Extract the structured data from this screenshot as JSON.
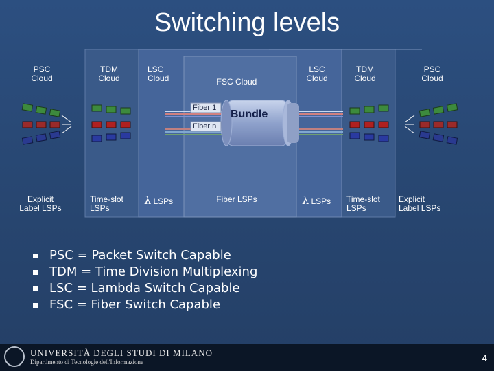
{
  "title": "Switching levels",
  "clouds": {
    "psc_left": "PSC\nCloud",
    "tdm_left": "TDM\nCloud",
    "lsc_left": "LSC\nCloud",
    "fsc": "FSC Cloud",
    "lsc_right": "LSC\nCloud",
    "tdm_right": "TDM\nCloud",
    "psc_right": "PSC\nCloud"
  },
  "fibers": {
    "fiber_1": "Fiber 1",
    "fiber_n": "Fiber n",
    "bundle": "Bundle"
  },
  "lsp_labels": {
    "explicit_left": "Explicit\nLabel LSPs",
    "timeslot_left": "Time-slot\nLSPs",
    "lambda_left_symbol": "λ",
    "lambda_left_text": "LSPs",
    "fiber": "Fiber LSPs",
    "lambda_right_symbol": "λ",
    "lambda_right_text": "LSPs",
    "timeslot_right": "Time-slot\nLSPs",
    "explicit_right": "Explicit\nLabel LSPs"
  },
  "bullets": [
    "PSC = Packet Switch Capable",
    "TDM = Time Division Multiplexing",
    "LSC = Lambda Switch Capable",
    "FSC = Fiber Switch Capable"
  ],
  "footer": {
    "university": "UNIVERSITÀ DEGLI STUDI DI MILANO",
    "department": "Dipartimento di Tecnologie dell'Informazione",
    "page_number": "4"
  },
  "colors": {
    "background": "#2a4a78",
    "cloud_fill": "#3d5d8c",
    "packet_green": "#3d8a3d",
    "packet_red": "#b02020",
    "packet_blue": "#2a3aa0"
  }
}
